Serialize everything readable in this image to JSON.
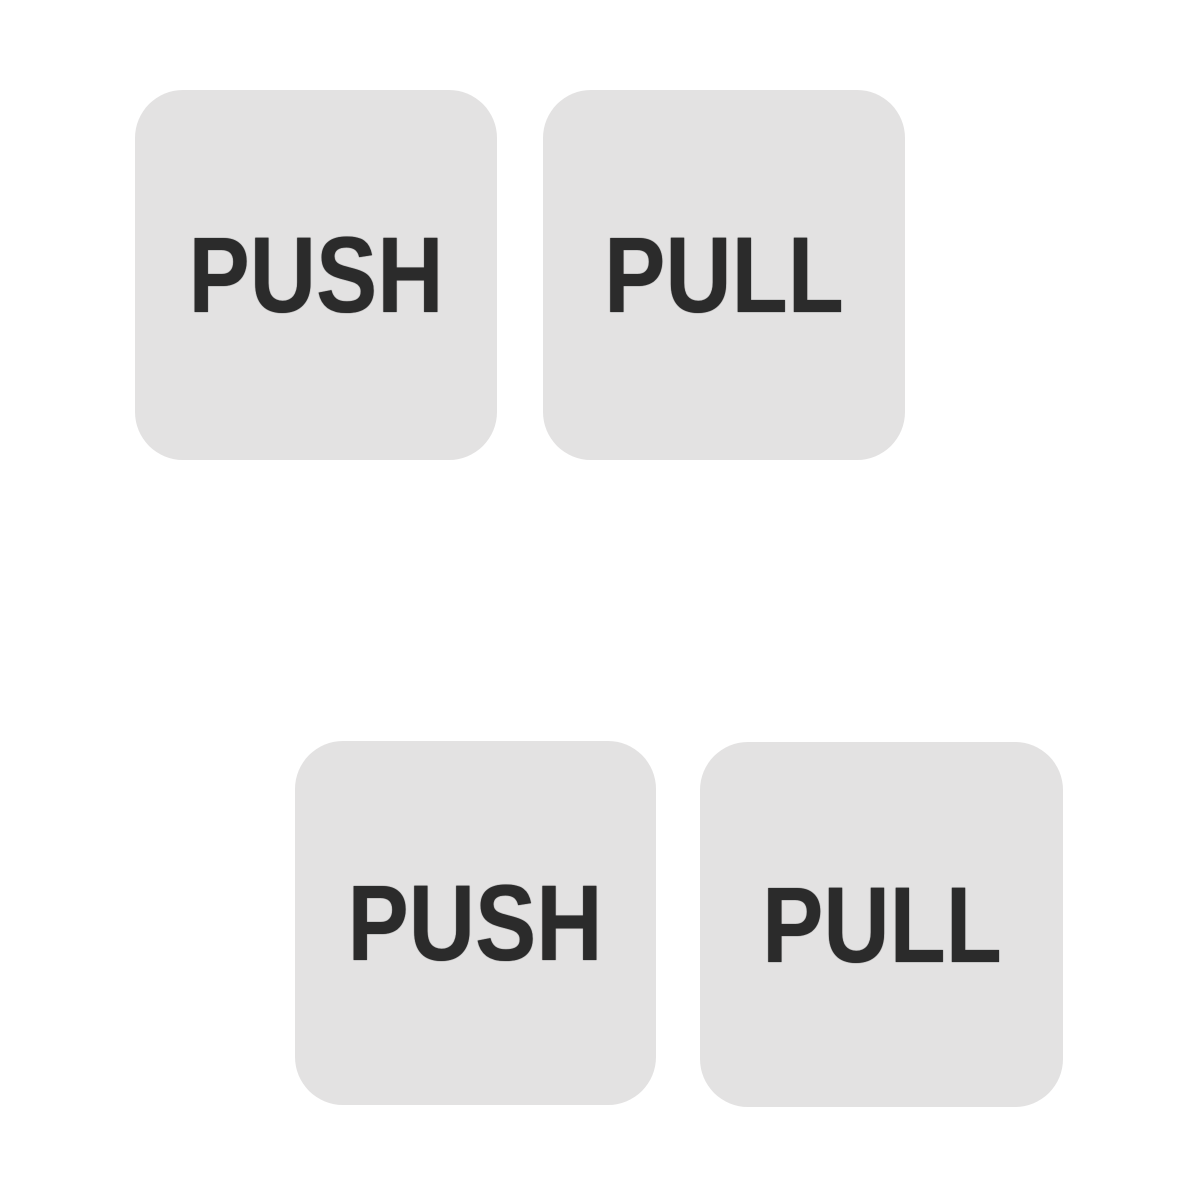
{
  "page": {
    "background": "#ffffff"
  },
  "colors": {
    "tile_bg": "#e3e2e2",
    "label_text": "#2b2b2b"
  },
  "tiles": [
    {
      "label": "PUSH",
      "position": "top-left"
    },
    {
      "label": "PULL",
      "position": "top-right"
    },
    {
      "label": "PUSH",
      "position": "bottom-left"
    },
    {
      "label": "PULL",
      "position": "bottom-right"
    }
  ]
}
